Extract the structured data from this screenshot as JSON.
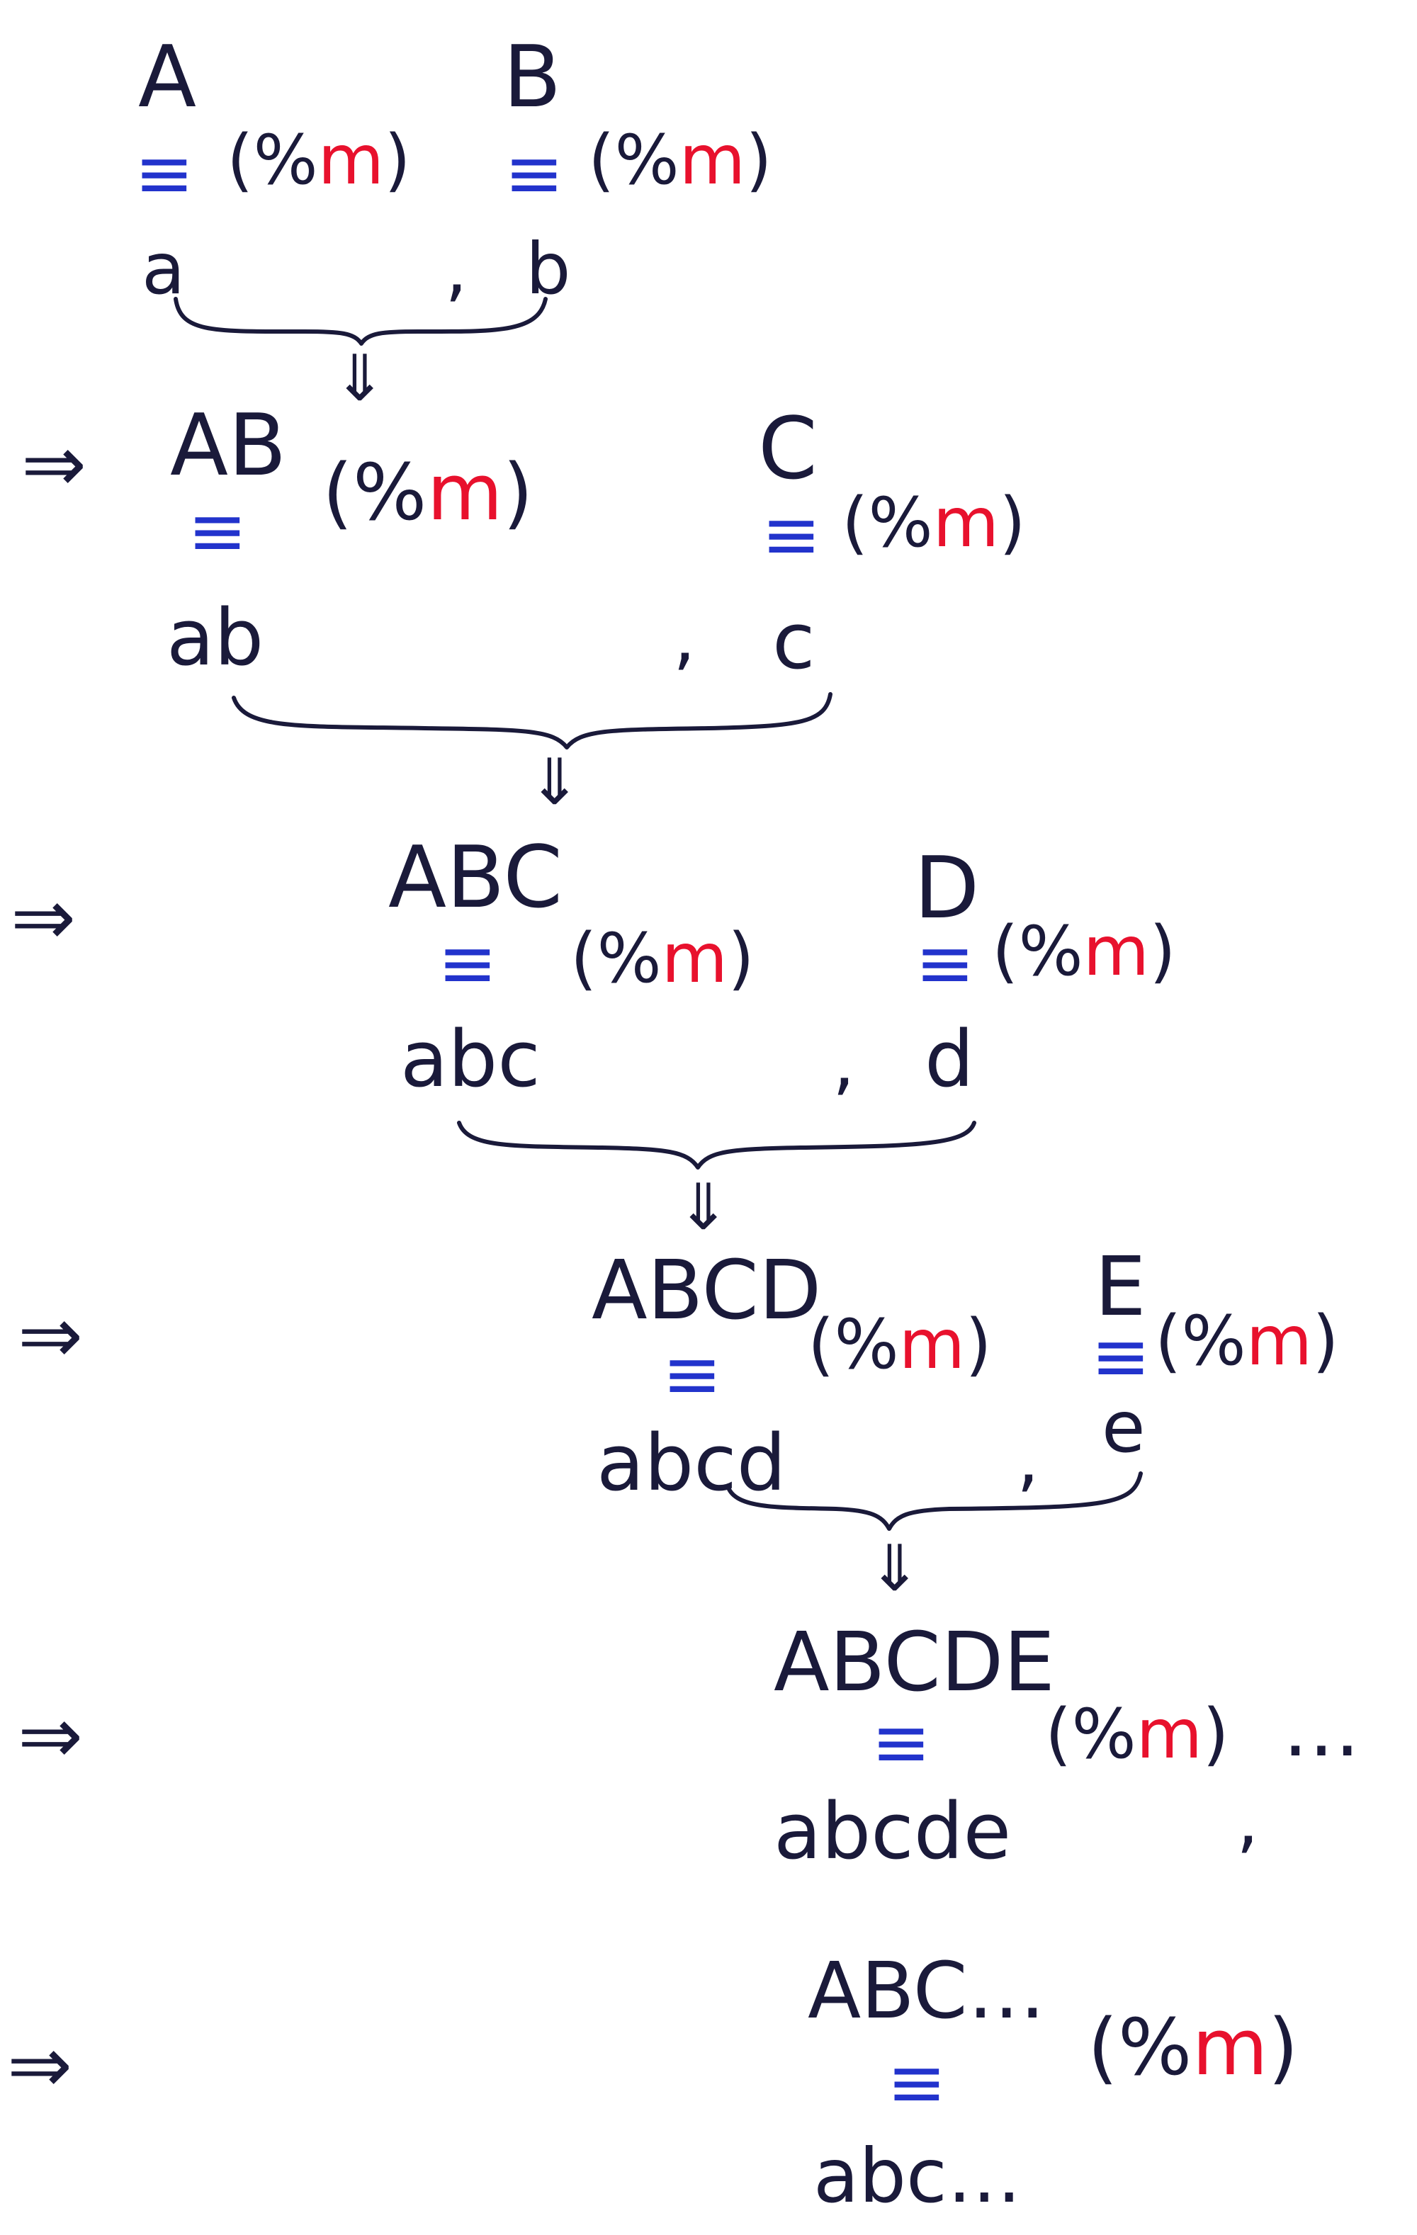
{
  "steps": [
    {
      "left": {
        "top": "A",
        "bottom": "a"
      },
      "right": {
        "top": "B",
        "bottom": "b"
      }
    },
    {
      "left": {
        "top": "AB",
        "bottom": "ab"
      },
      "right": {
        "top": "C",
        "bottom": "c"
      }
    },
    {
      "left": {
        "top": "ABC",
        "bottom": "abc"
      },
      "right": {
        "top": "D",
        "bottom": "d"
      }
    },
    {
      "left": {
        "top": "ABCD",
        "bottom": "abcd"
      },
      "right": {
        "top": "E",
        "bottom": "e"
      }
    },
    {
      "left": {
        "top": "ABCDE",
        "bottom": "abcde"
      },
      "trailing": "…"
    },
    {
      "left": {
        "top": "ABC…",
        "bottom": "abc…"
      }
    }
  ],
  "symbols": {
    "congruence": "≡",
    "implies": "⇒",
    "down_arrow": "⇓",
    "comma": ",",
    "mod_open": "(",
    "mod_percent": "%",
    "mod_var": "m",
    "mod_close": ")"
  },
  "colors": {
    "ink": "#1a1a3a",
    "congruence": "#2233cc",
    "modulus_var": "#e8112d",
    "background": "#ffffff"
  }
}
